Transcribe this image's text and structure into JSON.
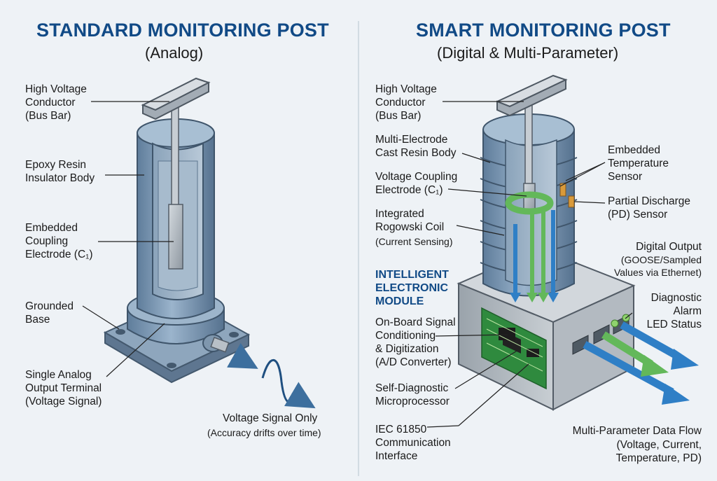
{
  "left": {
    "title": "STANDARD MONITORING POST",
    "subtitle": "(Analog)",
    "labels": {
      "hv_conductor": "High Voltage\nConductor\n(Bus Bar)",
      "epoxy": "Epoxy Resin\nInsulator Body",
      "electrode": "Embedded\nCoupling\nElectrode (C₁)",
      "grounded": "Grounded\nBase",
      "analog_output": "Single Analog\nOutput Terminal\n(Voltage Signal)",
      "voltage_only": "Voltage Signal Only",
      "drift": "(Accuracy drifts over time)"
    }
  },
  "right": {
    "title": "SMART MONITORING POST",
    "subtitle": "(Digital & Multi-Parameter)",
    "labels": {
      "hv_conductor": "High Voltage\nConductor\n(Bus Bar)",
      "multi_electrode": "Multi-Electrode\nCast Resin Body",
      "coupling": "Voltage Coupling\nElectrode (C₁)",
      "rogowski": "Integrated\nRogowski Coil",
      "current_sensing": "(Current Sensing)",
      "module": "INTELLIGENT\nELECTRONIC\nMODULE",
      "conditioning": "On-Board Signal\nConditioning\n& Digitization\n(A/D Converter)",
      "diagnostic_mp": "Self-Diagnostic\nMicroprocessor",
      "iec": "IEC 61850\nCommunication\nInterface",
      "temperature": "Embedded\nTemperature\nSensor",
      "pd": "Partial Discharge\n(PD) Sensor",
      "digital_output": "Digital Output",
      "goose": "(GOOSE/Sampled\nValues via Ethernet)",
      "alarm": "Diagnostic\nAlarm\nLED Status",
      "multi_flow": "Multi-Parameter Data Flow",
      "flow_params": "(Voltage, Current,\nTemperature, PD)"
    }
  },
  "colors": {
    "title": "#114a86",
    "insulator": "#7d9bb8",
    "metal": "#a9b3bc",
    "pcb": "#2f8a3e",
    "arrow_blue": "#2f7fc6",
    "arrow_green": "#63b85a"
  }
}
